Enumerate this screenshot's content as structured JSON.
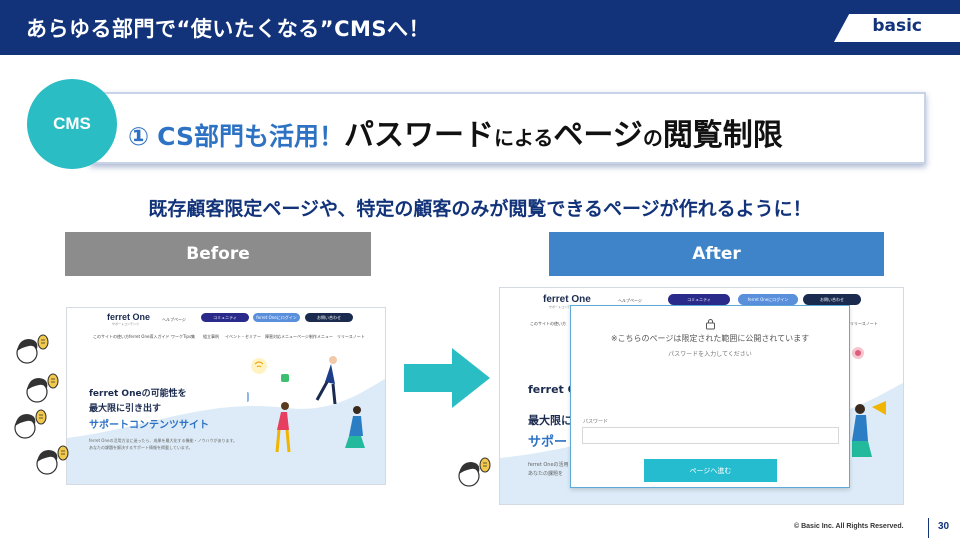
{
  "header": {
    "title": "あらゆる部門で“使いたくなる”CMSへ！",
    "logo": "basic"
  },
  "headline": {
    "badge": "CMS",
    "number": "①",
    "part_cs": "CS部門も活用！",
    "part_pw": "パスワード",
    "part_niyoru": "による",
    "part_page": "ページ",
    "part_no": "の",
    "part_limit": "閲覧制限"
  },
  "subtitle": "既存顧客限定ページや、特定の顧客のみが閲覧できるページが作れるように！",
  "labels": {
    "before": "Before",
    "after": "After"
  },
  "site": {
    "logo": "ferret One",
    "logo_sub": "サポートコンテンツ",
    "help": "ヘルプページ",
    "community": "コミュニティ",
    "login": "ferret Oneにログイン",
    "contact": "お問い合わせ",
    "nav": [
      "このサイトの使い方",
      "ferret One導入ガイド",
      "ワークTips集",
      "組立事例",
      "イベント・セミナー",
      "障害対応メニュー",
      "ページ制作メニュー",
      "リリースノート"
    ],
    "hero_line1": "ferret Oneの可能性を",
    "hero_line2": "最大限に引き出す",
    "hero_line3": "サポートコンテンツサイト",
    "hero_small1": "ferret Oneの活用方法に迷ったら、成果を最大化する機能・ノウハウがあります。",
    "hero_small2": "あなたの課題を解決するサポート情報を掲載しています。"
  },
  "site_after": {
    "hero_line1": "ferret O",
    "hero_line2": "最大限に",
    "hero_line3": "サポー",
    "hero_small1": "ferret Oneの活用",
    "hero_small2": "あなたの課題を"
  },
  "modal": {
    "message": "※こちらのページは限定された範囲に公開されています",
    "sub": "パスワードを入力してください",
    "field_label": "パスワード",
    "button": "ページへ進む"
  },
  "footer": {
    "copyright": "© Basic Inc. All Rights Reserved.",
    "page": "30"
  },
  "colors": {
    "navy": "#12337a",
    "teal": "#2bbdc4",
    "blue": "#3f84c8",
    "gray": "#8c8c8c",
    "purple": "#2a2a8a"
  }
}
